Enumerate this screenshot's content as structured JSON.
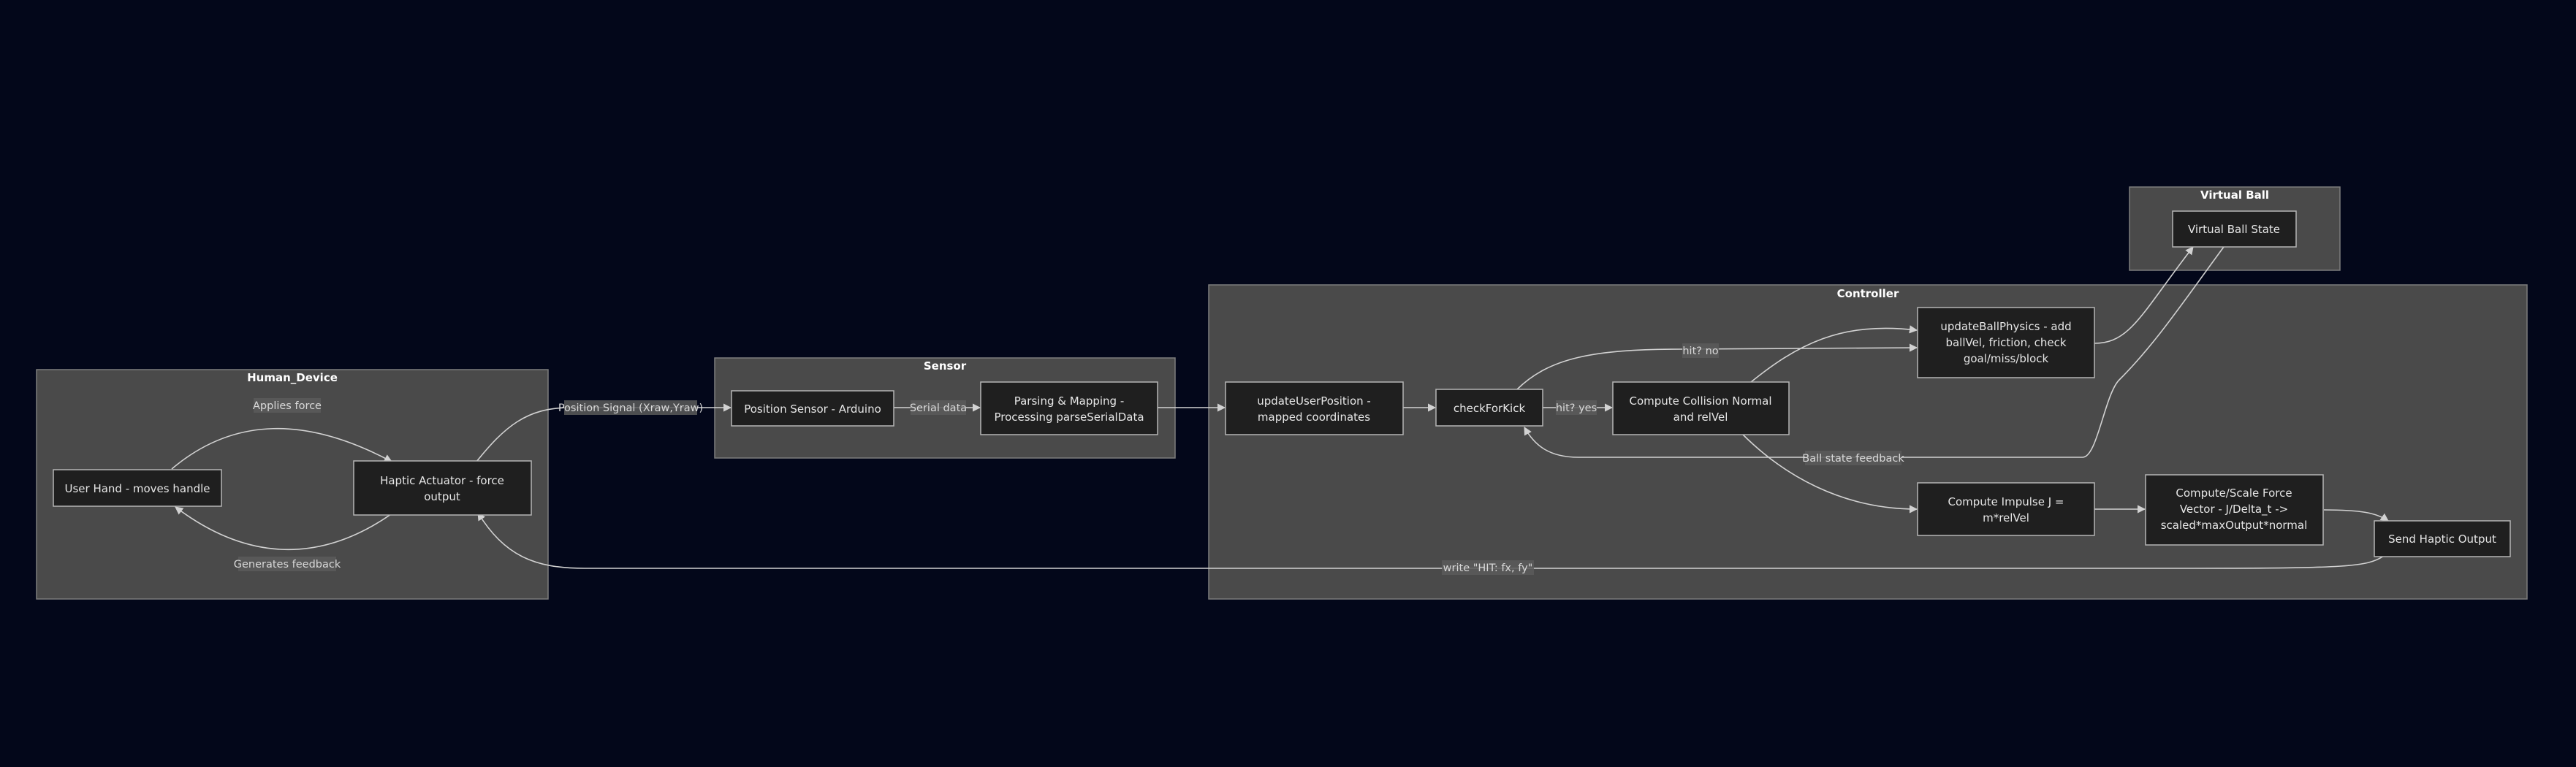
{
  "clusters": {
    "human_device": "Human_Device",
    "sensor": "Sensor",
    "controller": "Controller",
    "virtual_ball": "Virtual Ball"
  },
  "nodes": {
    "user_hand": [
      "User Hand - moves handle"
    ],
    "haptic_actuator": [
      "Haptic Actuator - force",
      "output"
    ],
    "position_sensor": [
      "Position Sensor - Arduino"
    ],
    "parsing_mapping": [
      "Parsing & Mapping -",
      "Processing parseSerialData"
    ],
    "update_user_position": [
      "updateUserPosition -",
      "mapped coordinates"
    ],
    "check_for_kick": [
      "checkForKick"
    ],
    "compute_collision": [
      "Compute Collision Normal",
      "and relVel"
    ],
    "update_ball_physics": [
      "updateBallPhysics - add",
      "ballVel, friction, check",
      "goal/miss/block"
    ],
    "compute_impulse": [
      "Compute Impulse J =",
      "m*relVel"
    ],
    "compute_scale_force": [
      "Compute/Scale Force",
      "Vector - J/Delta_t ->",
      "scaled*maxOutput*normal"
    ],
    "send_haptic_output": [
      "Send Haptic Output"
    ],
    "virtual_ball_state": [
      "Virtual Ball State"
    ]
  },
  "edge_labels": {
    "applies_force": "Applies force",
    "generates_feedback": "Generates feedback",
    "position_signal": "Position Signal (Xraw,Yraw)",
    "serial_data": "Serial data",
    "hit_yes": "hit? yes",
    "hit_no": "hit? no",
    "ball_state_feedback": "Ball state feedback",
    "write_hit": "write \"HIT: fx, fy\""
  },
  "colors": {
    "background": "#03071a",
    "cluster_fill": "#4a4a4a",
    "node_fill": "#1f1f1f",
    "edge": "#d2d2d2"
  }
}
